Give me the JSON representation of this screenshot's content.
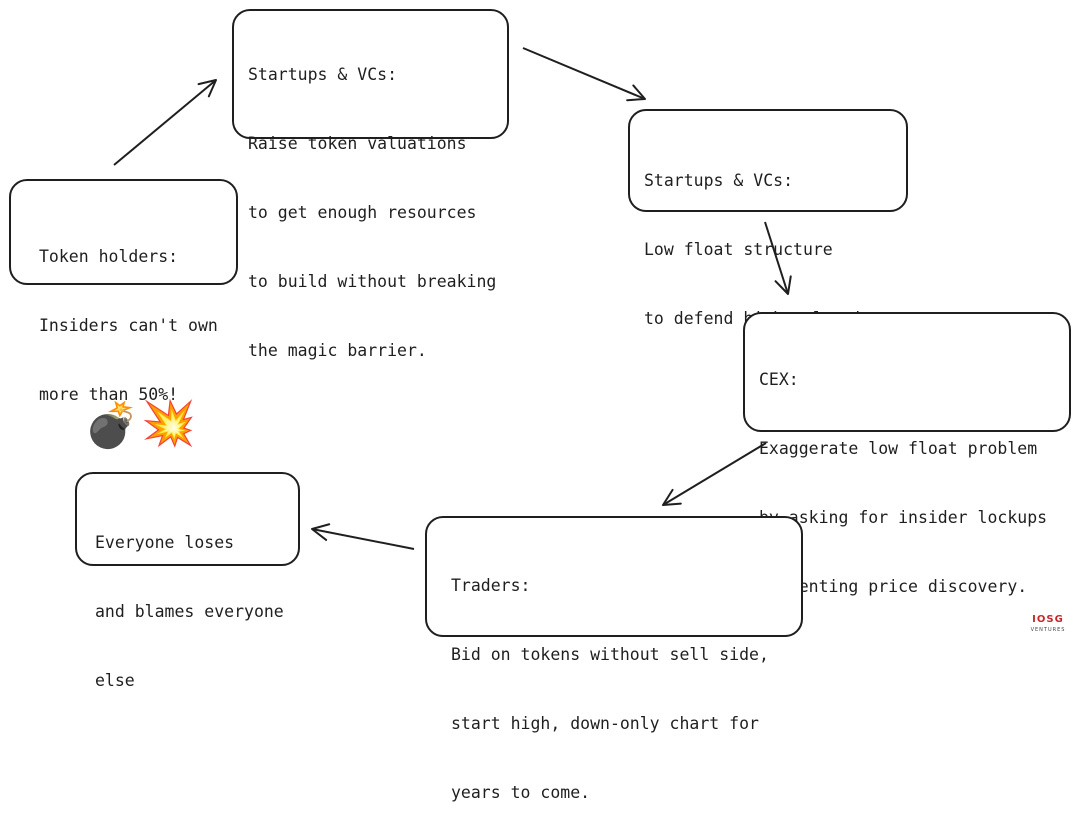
{
  "boxes": {
    "startups_raise": {
      "lines": [
        "Startups & VCs:",
        "Raise token valuations",
        "to get enough resources",
        "to build without breaking",
        "the magic barrier."
      ]
    },
    "startups_low_float": {
      "lines": [
        "Startups & VCs:",
        "Low float structure",
        "to defend high valuation."
      ]
    },
    "cex": {
      "lines": [
        "CEX:",
        "Exaggerate low float problem",
        "by asking for insider lockups",
        "preventing price discovery."
      ]
    },
    "traders": {
      "lines": [
        "Traders:",
        "Bid on tokens without sell side,",
        "start high, down-only chart for",
        "years to come."
      ]
    },
    "everyone": {
      "lines": [
        "Everyone loses",
        "and blames everyone",
        "else"
      ]
    },
    "token_holders": {
      "lines": [
        "Token holders:",
        "Insiders can't own",
        "more than 50%!"
      ]
    }
  },
  "emojis": {
    "bomb": "💣",
    "explosion": "💥"
  },
  "logo": {
    "mark": "IOSG",
    "sub": "VENTURES"
  },
  "colors": {
    "stroke": "#1f1f1f",
    "logo_red": "#c62828"
  }
}
